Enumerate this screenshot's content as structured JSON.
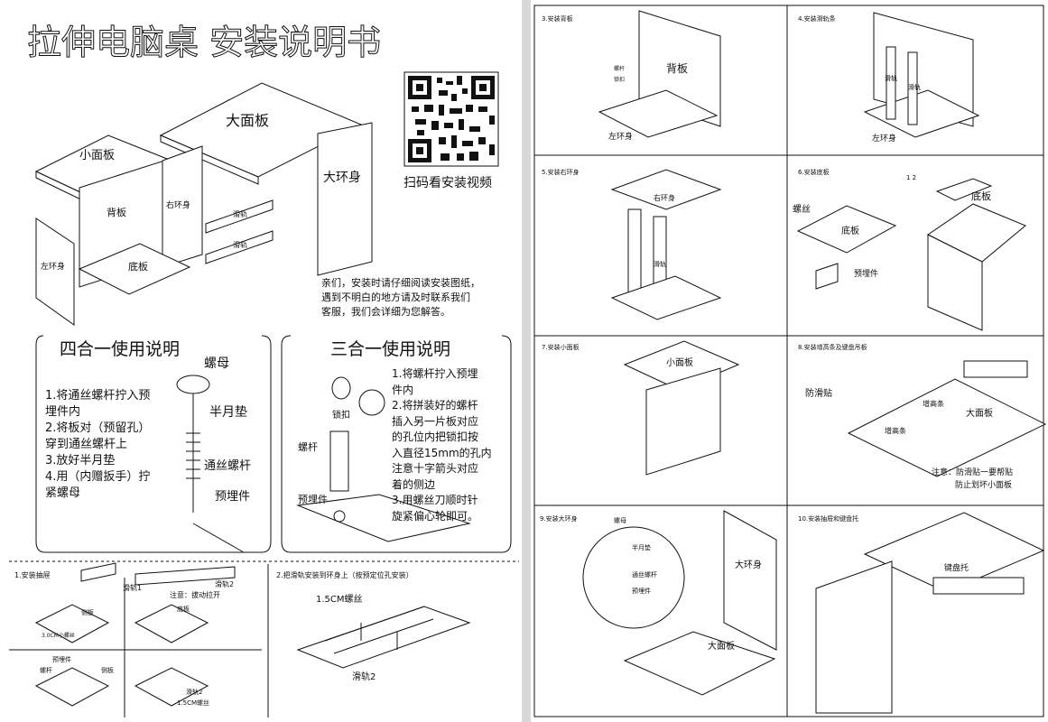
{
  "page_left": {
    "title": "拉伸电脑桌   安装说明书",
    "qr_caption": "扫码看安装视频",
    "parts": {
      "small_top": "小面板",
      "big_top": "大面板",
      "big_side": "大环身",
      "back": "背板",
      "right_side": "右环身",
      "left_side": "左环身",
      "bottom": "底板",
      "slider1": "滑轨",
      "slider2": "滑轨"
    },
    "notice": [
      "亲们，安装时请仔细阅读安装图纸，",
      "遇到不明白的地方请及时联系我们",
      "客服，我们会详细为您解答。"
    ],
    "four_in_one": {
      "title": "四合一使用说明",
      "steps": [
        "1.将通丝螺杆拧入预",
        "埋件内",
        "2.将板对（预留孔）",
        "穿到通丝螺杆上",
        "3.放好半月垫",
        "4.用（内赠扳手）拧",
        "紧螺母"
      ],
      "labels": {
        "nut": "螺母",
        "washer": "半月垫",
        "rod": "通丝螺杆",
        "embed": "预埋件"
      }
    },
    "three_in_one": {
      "title": "三合一使用说明",
      "steps": [
        "1.将螺杆拧入预埋",
        "件内",
        "2.将拼装好的螺杆",
        "插入另一片板对应",
        "的孔位内把锁扣按",
        "入直径15mm的孔内",
        "注意十字箭头对应",
        "着的侧边",
        "3.用螺丝刀顺时针",
        "旋紧偏心轮即可。"
      ],
      "labels": {
        "lock": "锁扣",
        "screw": "螺杆",
        "embed": "预埋件"
      }
    },
    "step1": {
      "title": "1.安装抽屉",
      "notes": [
        "滑轨1",
        "滑轨2",
        "注意：拔动拉开"
      ],
      "labels": [
        "侧板",
        "底板",
        "3.0CM小螺丝",
        "预埋件",
        "螺杆",
        "侧板",
        "滑轨2",
        "1.5CM螺丝"
      ]
    },
    "step2": {
      "title": "2.把滑轨安装到环身上（按预定位孔安装）",
      "screw": "1.5CM螺丝",
      "rail": "滑轨2"
    }
  },
  "page_right": {
    "s3": {
      "title": "3.安装背板",
      "back": "背板",
      "left": "左环身",
      "l1": "螺杆",
      "l2": "锁扣"
    },
    "s4": {
      "title": "4.安装滑轨条",
      "left": "左环身",
      "r1": "滑轨",
      "r2": "滑轨"
    },
    "s5": {
      "title": "5.安装右环身",
      "right": "右环身",
      "rail": "滑轨"
    },
    "s6": {
      "title": "6.安装底板",
      "bottom1": "底板",
      "bottom2": "底板",
      "screw": "螺丝",
      "embed": "预埋件",
      "num": "1  2"
    },
    "s7": {
      "title": "7.安装小面板",
      "small": "小面板"
    },
    "s8": {
      "title": "8.安装增高条及键盘吊板",
      "anti": "防滑贴",
      "rail": "增高条",
      "big": "大面板",
      "pad": "增高条",
      "note1": "注意：防滑贴一要帮贴",
      "note2": "防止划坏小面板"
    },
    "s9": {
      "title": "9.安装大环身",
      "nut": "螺母",
      "washer": "半月垫",
      "rod": "通丝螺杆",
      "embed": "预埋件",
      "big_side": "大环身",
      "big_top": "大面板"
    },
    "s10": {
      "title": "10.安装抽屉和键盘托",
      "tray": "键盘托"
    }
  },
  "colors": {
    "line": "#111111",
    "bg": "#ffffff"
  }
}
